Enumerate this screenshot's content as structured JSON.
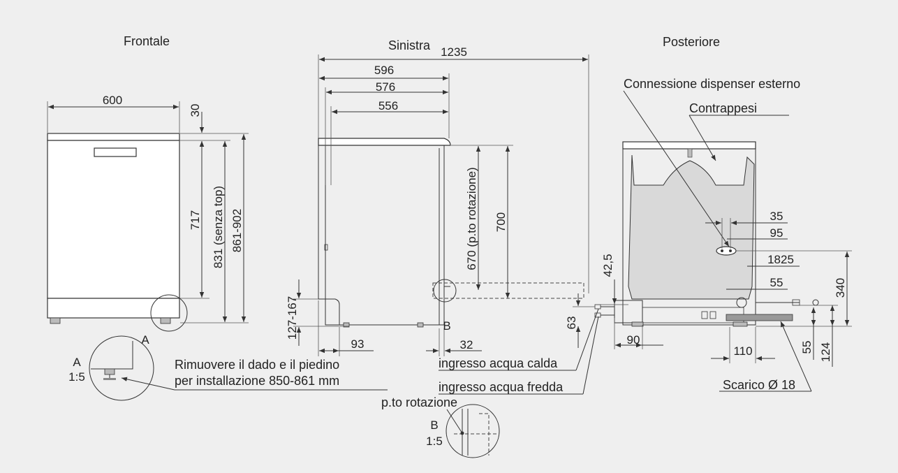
{
  "views": {
    "front": "Frontale",
    "left": "Sinistra",
    "rear": "Posteriore"
  },
  "front_dims": {
    "width": "600",
    "top": "30",
    "height_717": "717",
    "height_831": "831 (senza top)",
    "height_861": "861-902"
  },
  "detail_a": {
    "letter": "A",
    "letter_small": "A",
    "scale": "1:5",
    "note_line1": "Rimuovere il dado e il piedino",
    "note_line2": "per installazione 850-861 mm"
  },
  "left_dims": {
    "d1235": "1235",
    "d596": "596",
    "d576": "576",
    "d556": "556",
    "d700": "700",
    "d670": "670 (p.to rotazione)",
    "d127": "127-167",
    "d93": "93",
    "d32": "32",
    "b_marker": "B"
  },
  "water": {
    "hot": "ingresso acqua calda",
    "cold": "ingresso acqua fredda"
  },
  "detail_b": {
    "title": "p.to rotazione",
    "letter": "B",
    "scale": "1:5"
  },
  "rear": {
    "dispenser": "Connessione dispenser esterno",
    "counterweights": "Contrappesi",
    "d35": "35",
    "d95": "95",
    "d1825": "1825",
    "d55a": "55",
    "d340": "340",
    "d42_5": "42,5",
    "d63": "63",
    "d90": "90",
    "d110": "110",
    "d55b": "55",
    "d124": "124",
    "drain": "Scarico Ø 18"
  }
}
